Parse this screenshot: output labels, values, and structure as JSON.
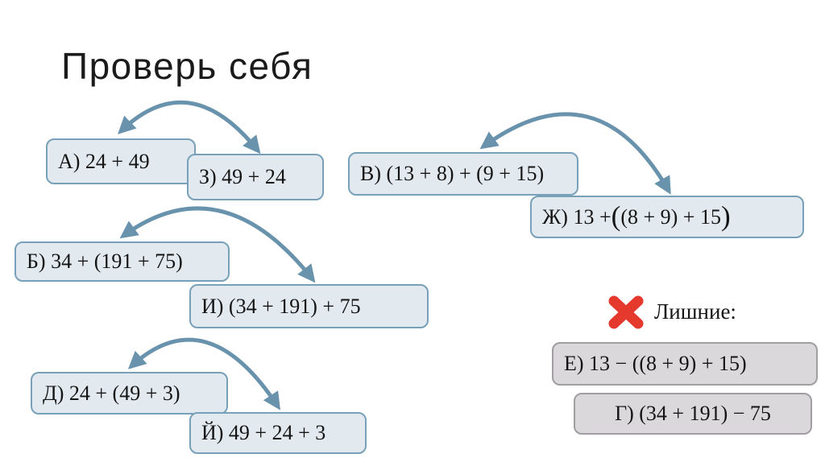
{
  "title": "Проверь себя",
  "boxes": {
    "a": {
      "label": "А) 24 + 49"
    },
    "z": {
      "label": "З) 49 + 24"
    },
    "v": {
      "label": "В) (13 + 8) + (9 + 15)"
    },
    "zh": {
      "prefix": "Ж) 13 + ",
      "open_paren": "(",
      "inner": "(8 + 9) + 15",
      "close_paren": ")"
    },
    "b": {
      "label": "Б) 34 + (191 + 75)"
    },
    "i": {
      "label": "И) (34 + 191) + 75"
    },
    "d": {
      "label": "Д) 24 + (49 + 3)"
    },
    "j": {
      "label": "Й) 49 + 24 + 3"
    },
    "e": {
      "label": "Е) 13 − ((8 + 9) + 15)"
    },
    "g": {
      "label": "Г) (34 + 191) − 75"
    }
  },
  "pairs": [
    {
      "from": "А",
      "to": "З"
    },
    {
      "from": "В",
      "to": "Ж"
    },
    {
      "from": "Б",
      "to": "И"
    },
    {
      "from": "Д",
      "to": "Й"
    }
  ],
  "extras": {
    "label": "Лишние:",
    "icon": "red-cross",
    "items": [
      "Е",
      "Г"
    ]
  },
  "colors": {
    "box_blue_fill": "#e2eaf0",
    "box_blue_border": "#78a0b9",
    "box_gray_fill": "#dbd8dc",
    "box_gray_border": "#a29da3",
    "arrow": "#6992ad",
    "cross": "#e5392d",
    "title_text": "#1b1b1b",
    "box_text": "#141414"
  }
}
